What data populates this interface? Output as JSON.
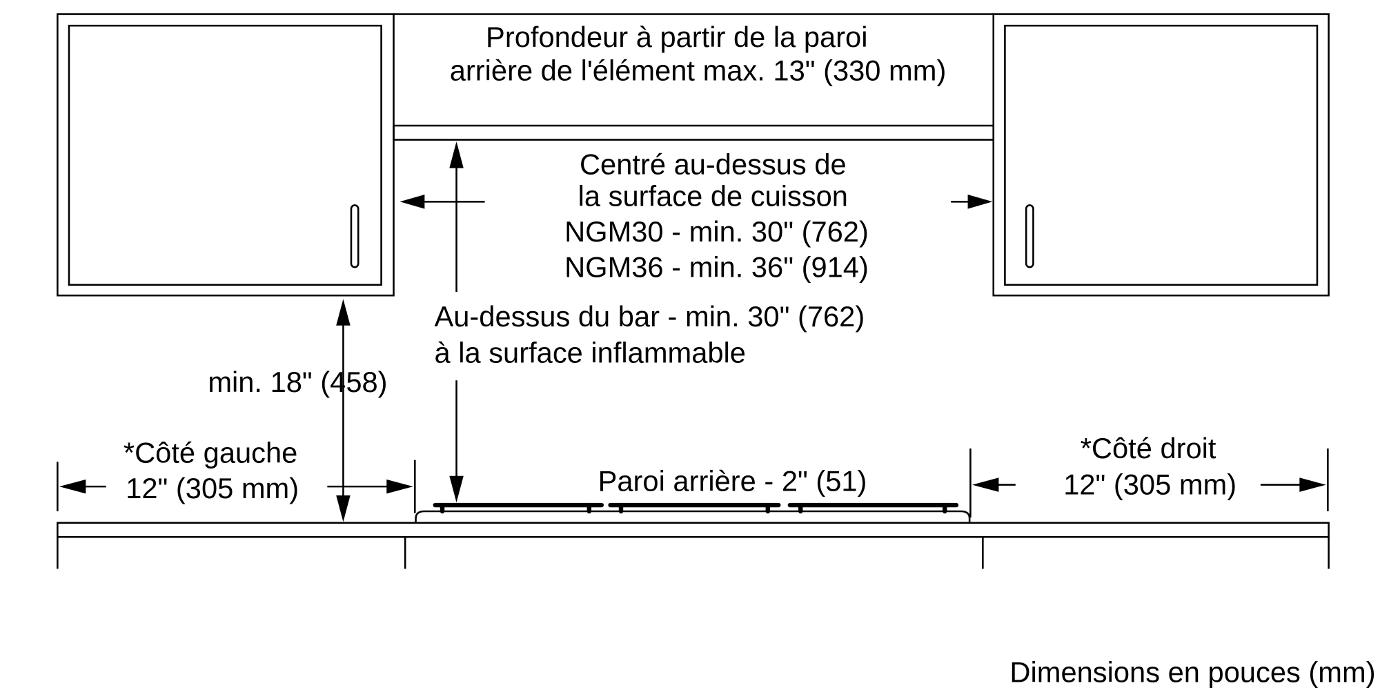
{
  "labels": {
    "hood_depth_line1": "Profondeur à partir de la paroi",
    "hood_depth_line2": "arrière de l'élément max. 13\" (330 mm)",
    "centered_line1": "Centré au-dessus de",
    "centered_line2": "la surface de cuisson",
    "centered_line3": "NGM30 - min. 30\" (762)",
    "centered_line4": "NGM36 - min. 36\" (914)",
    "above_bar_line1": "Au-dessus du bar - min. 30\" (762)",
    "above_bar_line2": "à la surface inflammable",
    "min_height": "min. 18\" (458)",
    "left_side_line1": "*Côté gauche",
    "left_side_line2": "12\" (305 mm)",
    "right_side_line1": "*Côté droit",
    "right_side_line2": "12\" (305 mm)",
    "back_wall": "Paroi arrière - 2\" (51)",
    "units_note": "Dimensions en pouces (mm)"
  }
}
